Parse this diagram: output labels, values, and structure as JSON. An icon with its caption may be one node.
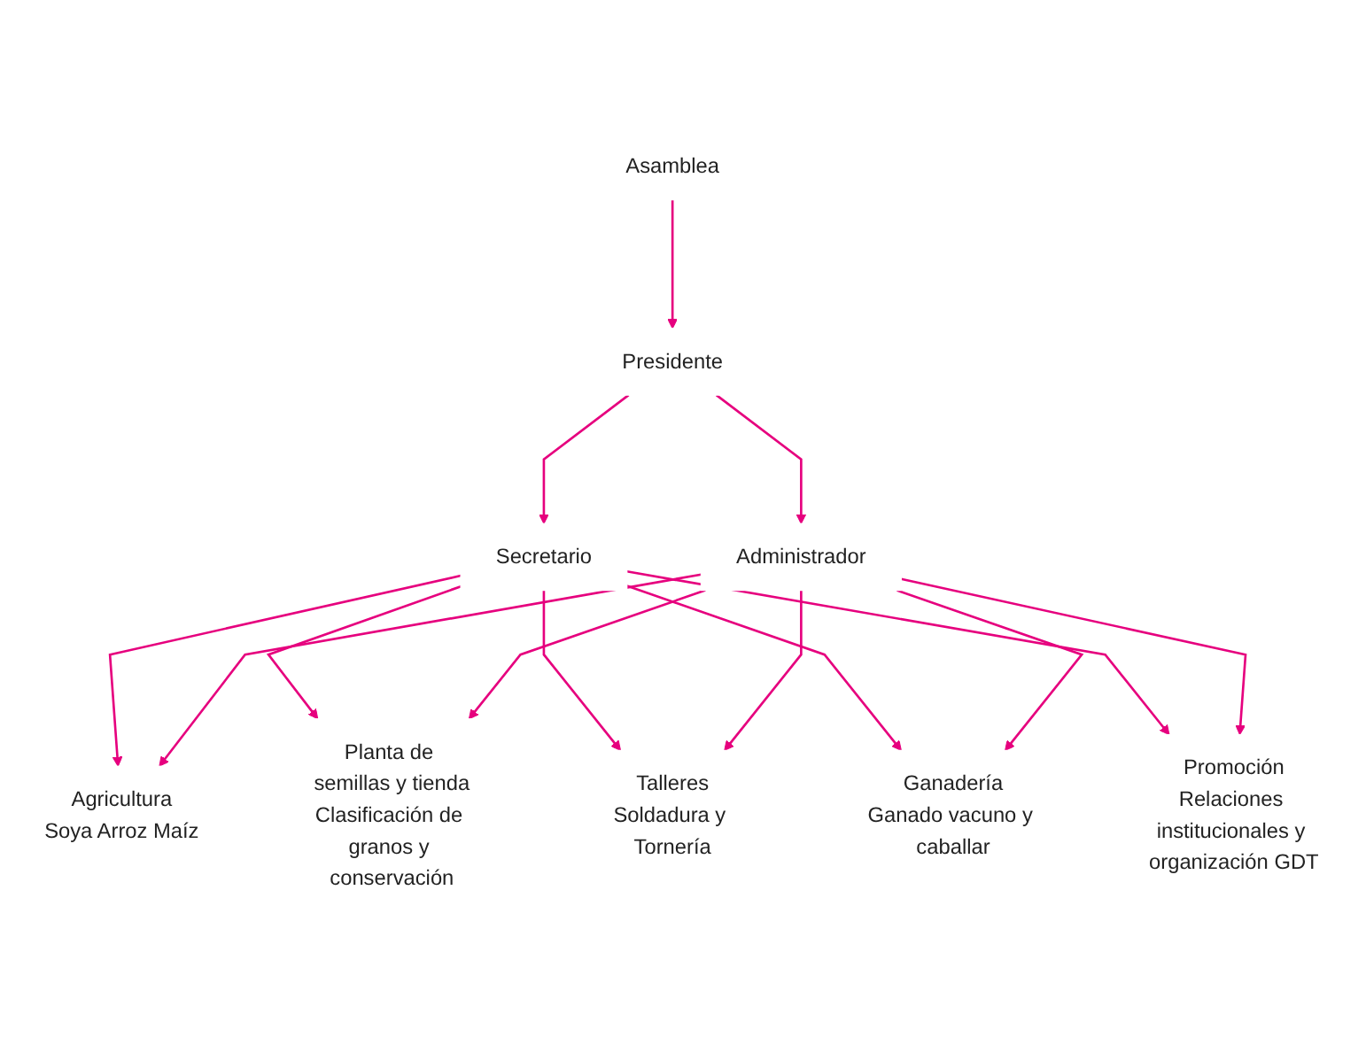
{
  "diagram": {
    "nodes": [
      {
        "text": [
          "Asamblea"
        ]
      },
      {
        "text": [
          "Presidente"
        ]
      },
      {
        "text": [
          "Secretario"
        ]
      },
      {
        "text": [
          "Administrador"
        ]
      },
      {
        "text": [
          "Agricultura",
          "Soya Arroz Maíz"
        ]
      },
      {
        "text": [
          "Planta de semillas y tienda",
          "Clasificación de granos y conservación"
        ]
      },
      {
        "text": [
          "Talleres",
          "Soldadura y Tornería"
        ]
      },
      {
        "text": [
          "Ganadería",
          "Ganado vacuno y caballar"
        ]
      },
      {
        "text": [
          "Promoción",
          "Relaciones institucionales y organización GDT"
        ]
      }
    ],
    "edges": [
      {
        "from": 0,
        "to": 1,
        "arrow": "to"
      },
      {
        "from": 1,
        "to": 2,
        "arrow": "to"
      },
      {
        "from": 1,
        "to": 3,
        "arrow": "to"
      },
      {
        "from": 2,
        "to": 4,
        "arrow": "to"
      },
      {
        "from": 2,
        "to": 5,
        "arrow": "to"
      },
      {
        "from": 2,
        "to": 6,
        "arrow": "to"
      },
      {
        "from": 2,
        "to": 7,
        "arrow": "to"
      },
      {
        "from": 2,
        "to": 8,
        "arrow": "to"
      },
      {
        "from": 3,
        "to": 4,
        "arrow": "to"
      },
      {
        "from": 3,
        "to": 5,
        "arrow": "to"
      },
      {
        "from": 3,
        "to": 6,
        "arrow": "to"
      },
      {
        "from": 3,
        "to": 7,
        "arrow": "to"
      },
      {
        "from": 3,
        "to": 8,
        "arrow": "to"
      }
    ]
  }
}
